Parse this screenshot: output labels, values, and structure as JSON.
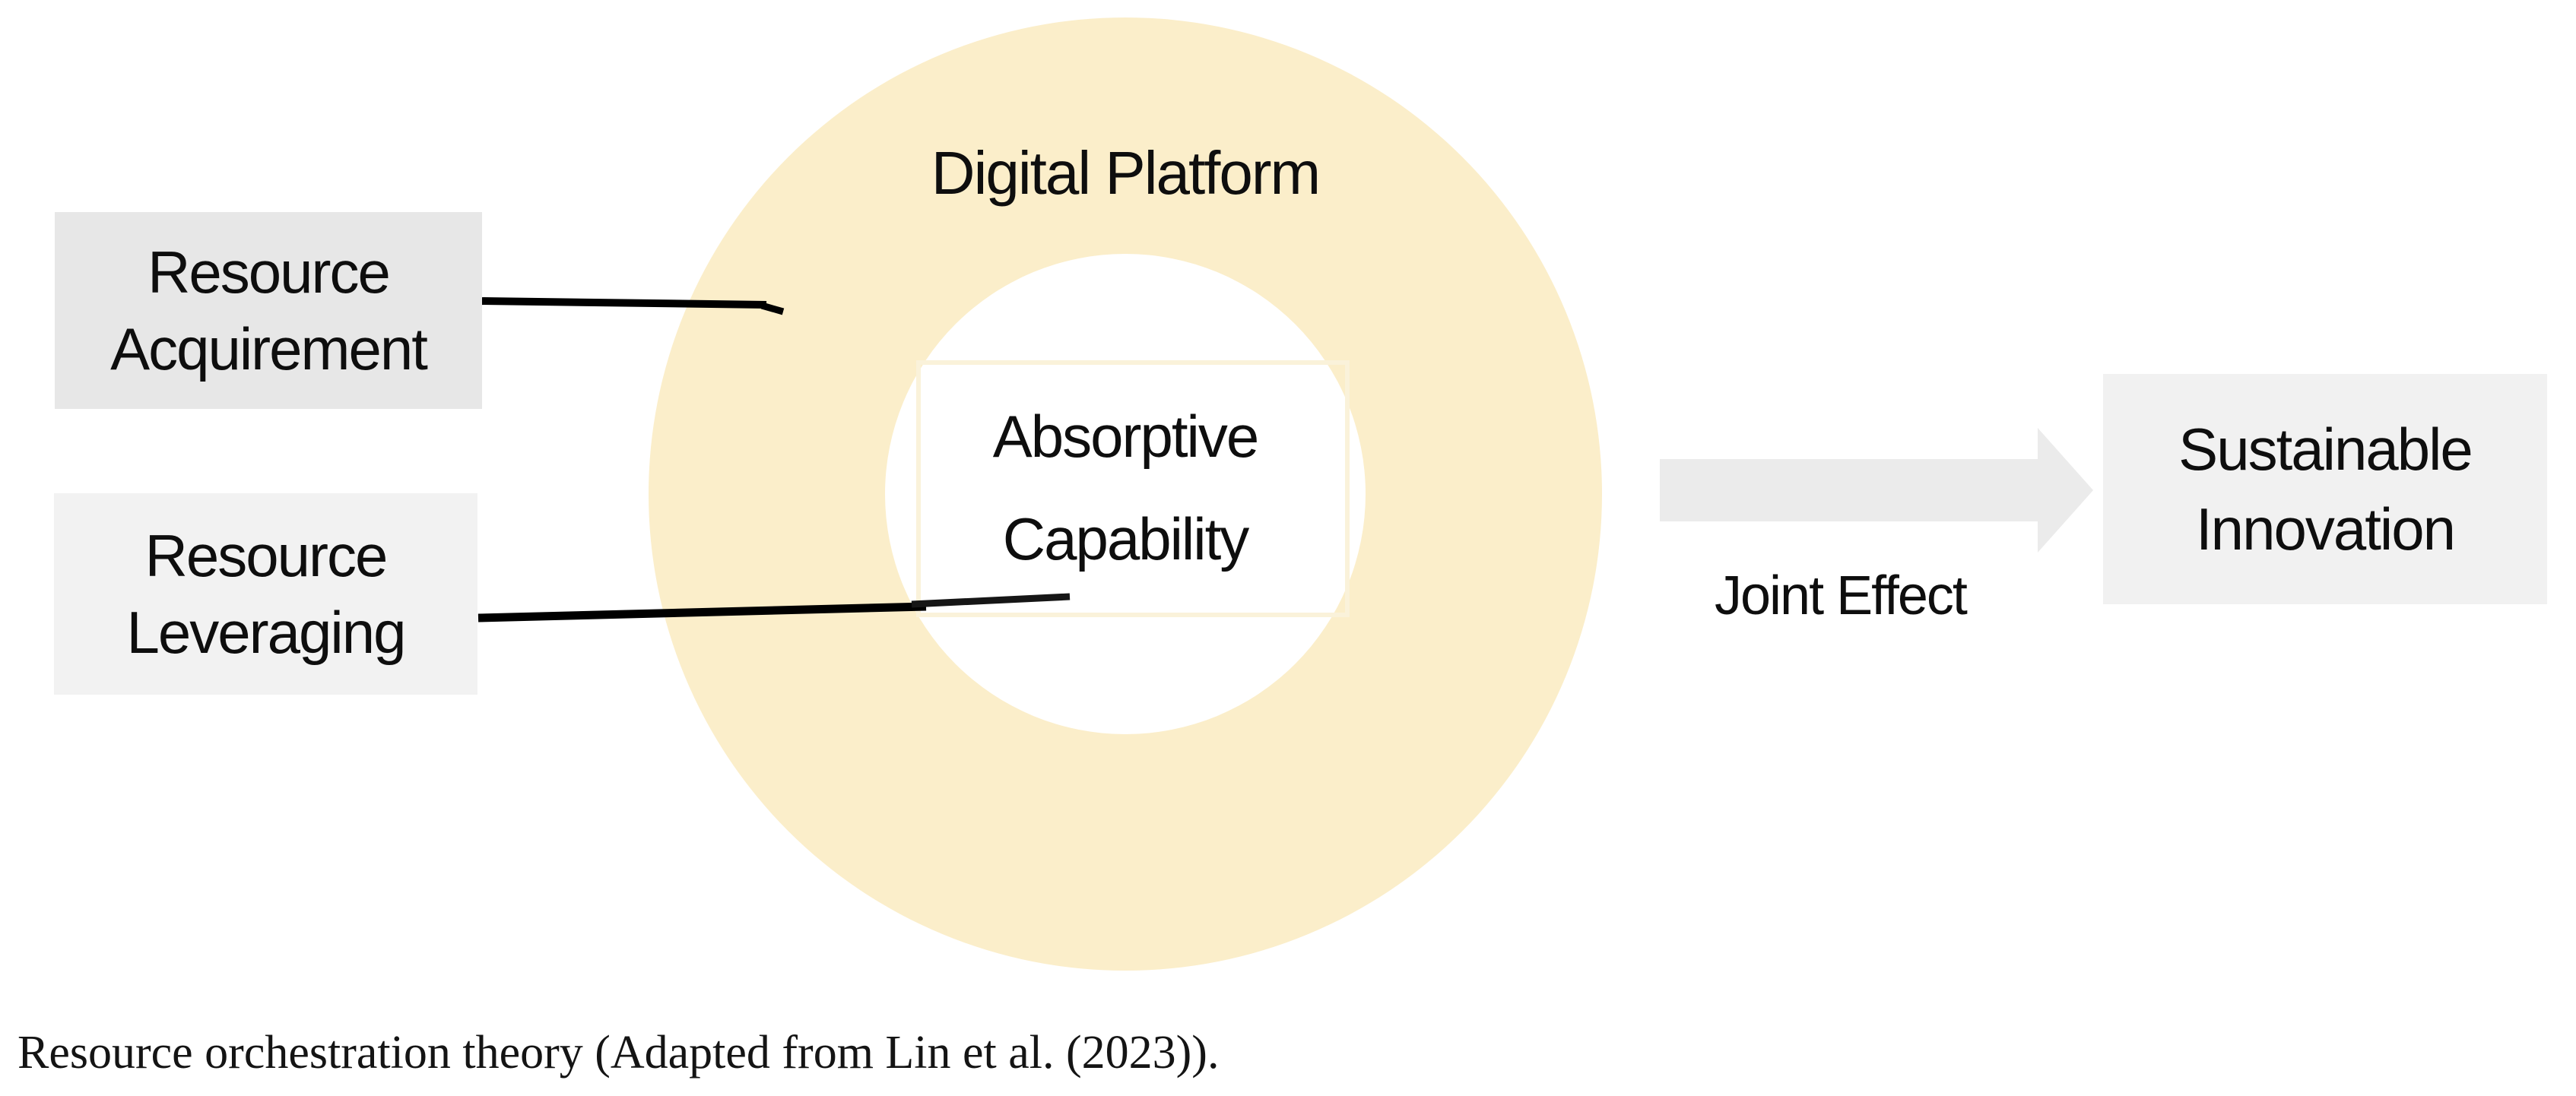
{
  "figure": {
    "donut": {
      "title": "Digital Platform",
      "center_line1": "Absorptive",
      "center_line2": "Capability",
      "ring_color": "#FBEECA",
      "hole_color": "#FFFFFF"
    },
    "left_boxes": [
      {
        "line1": "Resource",
        "line2": "Acquirement",
        "fill": "#E7E7E7"
      },
      {
        "line1": "Resource",
        "line2": "Leveraging",
        "fill": "#F2F2F2"
      }
    ],
    "arrow": {
      "label": "Joint Effect",
      "fill": "#EBEBEB",
      "direction": "right"
    },
    "outcome_box": {
      "line1": "Sustainable",
      "line2": "Innovation",
      "fill": "#F1F1F1"
    },
    "connectors": {
      "color": "#000000",
      "count": 2
    },
    "caption": "Resource orchestration theory (Adapted from Lin et al. (2023))."
  }
}
